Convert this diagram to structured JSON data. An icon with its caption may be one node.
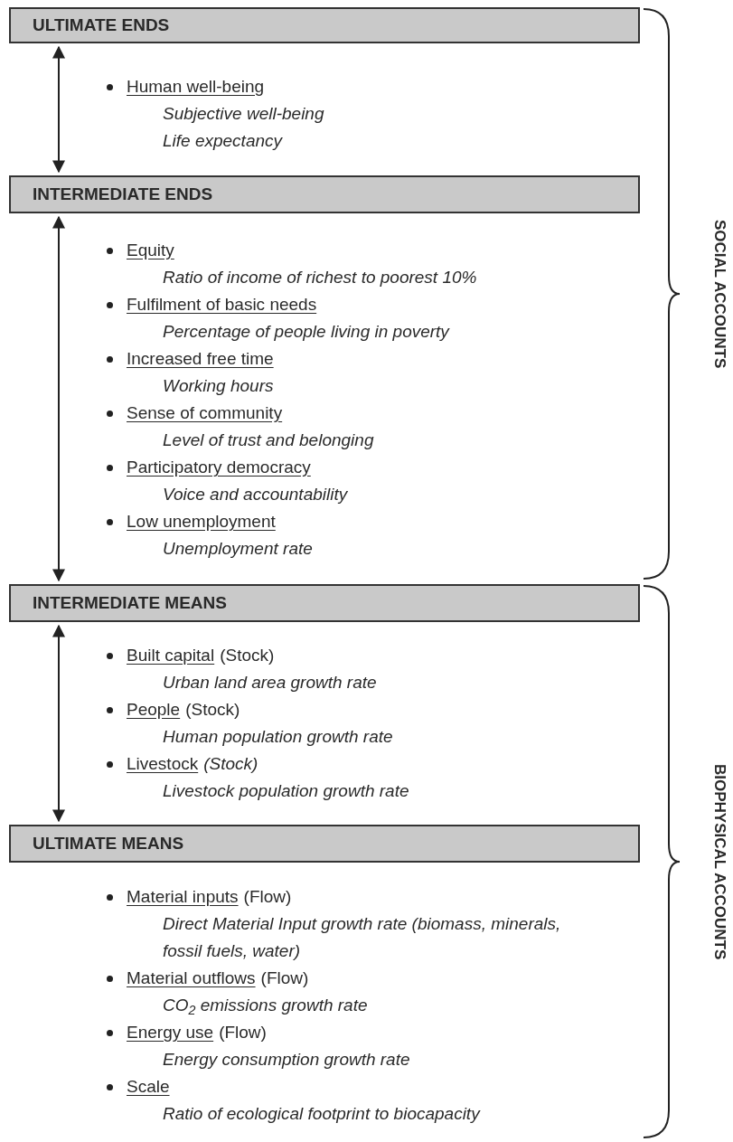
{
  "diagram": {
    "nodes": [
      {
        "text": [
          "ULTIMATE ENDS"
        ]
      },
      {
        "text": [
          "INTERMEDIATE ENDS"
        ]
      },
      {
        "text": [
          "INTERMEDIATE MEANS"
        ]
      },
      {
        "text": [
          "ULTIMATE MEANS"
        ]
      }
    ],
    "edges": [
      {
        "from": 0,
        "to": 1,
        "arrow": "both"
      },
      {
        "from": 1,
        "to": 2,
        "arrow": "both"
      },
      {
        "from": 2,
        "to": 3,
        "arrow": "both"
      }
    ],
    "labels": [
      "Human well-being",
      "Subjective well-being",
      "Life expectancy",
      "Equity",
      "Ratio of income of richest to poorest 10%",
      "Fulfilment of basic needs",
      "Percentage of people living in poverty",
      "Increased free time",
      "Working hours",
      "Sense of community",
      "Level of trust and belonging",
      "Participatory democracy",
      "Voice and accountability",
      "Low unemployment",
      "Unemployment rate",
      "Built capital",
      "(Stock)",
      "Urban land area growth rate",
      "People",
      "(Stock)",
      "Human population growth rate",
      "Livestock",
      "(Stock)",
      "Livestock population growth rate",
      "Material inputs",
      "(Flow)",
      "Direct Material Input growth rate (biomass, minerals, fossil fuels, water)",
      "Material outflows",
      "(Flow)",
      "CO$_{2}$ emissions growth rate",
      "Energy use",
      "(Flow)",
      "Energy consumption growth rate",
      "Scale",
      "Ratio of ecological footprint to biocapacity",
      "SOCIAL ACCOUNTS",
      "BIOPHYSICAL ACCOUNTS"
    ]
  }
}
